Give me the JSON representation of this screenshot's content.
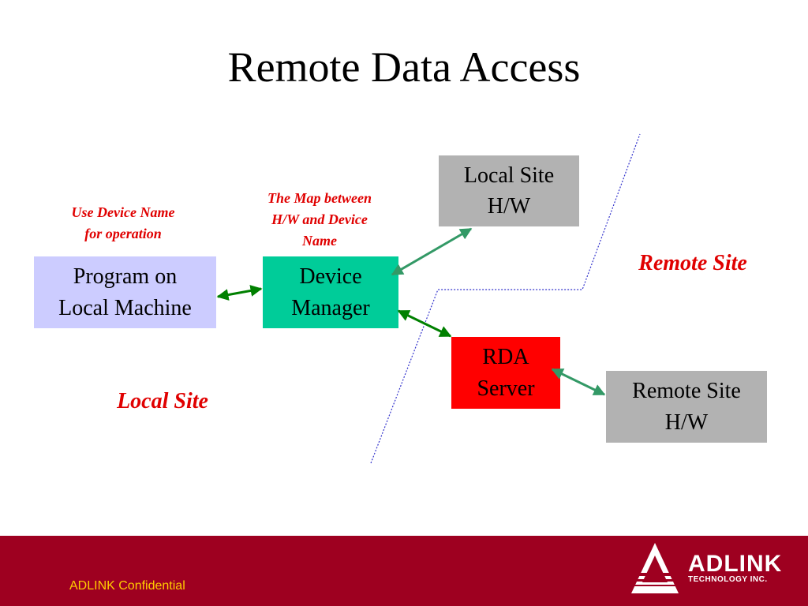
{
  "title": "Remote Data Access",
  "boxes": {
    "program": "Program on\nLocal Machine",
    "device_manager": "Device\nManager",
    "local_hw": "Local Site\nH/W",
    "rda_server": "RDA\nServer",
    "remote_hw": "Remote Site\nH/W"
  },
  "notes": {
    "use_device_name": "Use Device Name\nfor operation",
    "map_between": "The Map between\nH/W and Device\nName",
    "remote_site": "Remote Site",
    "local_site": "Local Site"
  },
  "footer": {
    "confidential": "ADLINK Confidential",
    "logo_name": "ADLINK",
    "logo_sub": "TECHNOLOGY INC."
  },
  "colors": {
    "program_box": "#ccccff",
    "device_manager_box": "#00cc99",
    "hw_box": "#b2b2b2",
    "rda_box": "#ff0000",
    "arrow_green_dark": "#008000",
    "arrow_green_light": "#339966",
    "boundary_line": "#3333cc",
    "note_red": "#e00000",
    "footer_bg": "#9e0020"
  }
}
